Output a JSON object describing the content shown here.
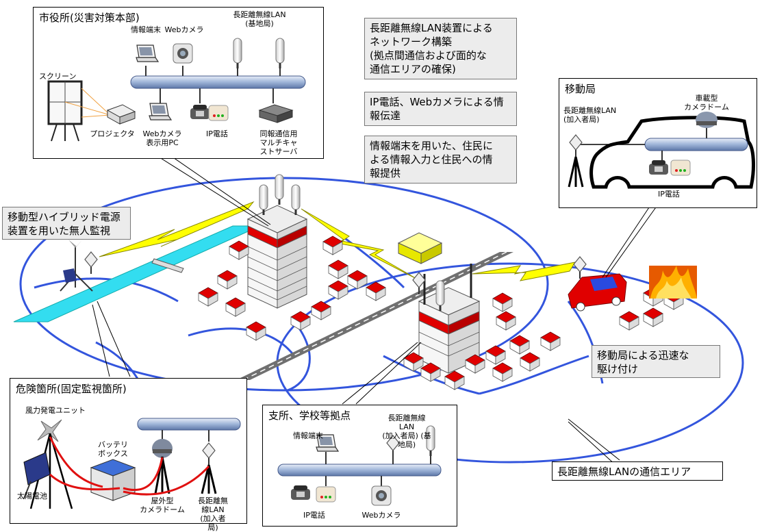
{
  "city_hall": {
    "title": "市役所(災害対策本部)",
    "terminal": "情報端末",
    "webcam": "Webカメラ",
    "lan_base": "長距離無線LAN\n(基地局)",
    "screen": "スクリーン",
    "projector": "プロジェクタ",
    "webcam_pc": "Webカメラ\n表示用PC",
    "ip_phone": "IP電話",
    "multicast": "同報通信用\nマルチキャストサーバ"
  },
  "notes": {
    "lan_network": "長距離無線LAN装置による\nネットワーク構築\n(拠点間通信および面的な\n通信エリアの確保)",
    "ip_phone": "IP電話、Webカメラによる情\n報伝達",
    "resident": "情報端末を用いた、住民に\nよる情報入力と住民への情\n報提供",
    "hybrid": "移動型ハイブリッド電源\n装置を用いた無人監視",
    "mobile_rush": "移動局による迅速な\n駆け付け",
    "area": "長距離無線LANの通信エリア"
  },
  "mobile_station": {
    "title": "移動局",
    "camera_dome": "車載型\nカメラドーム",
    "lan_sub": "長距離無線LAN\n(加入者局)",
    "ip_phone": "IP電話"
  },
  "danger": {
    "title": "危険箇所(固定監視箇所)",
    "wind": "風力発電ユニット",
    "battery": "バッテリ\nボックス",
    "solar": "太陽電池",
    "dome": "屋外型\nカメラドーム",
    "lan_sub": "長距離無線LAN\n(加入者局)"
  },
  "branch": {
    "title": "支所、学校等拠点",
    "terminal": "情報端末",
    "lan": "長距離無線LAN\n(加入者局) (基地局)",
    "ip_phone": "IP電話",
    "webcam": "Webカメラ"
  },
  "colors": {
    "coverage": "#3355dd",
    "river": "#33ddf0",
    "bus": "#9eb4d8",
    "roof": "#e00000",
    "link": "#ffff00",
    "cable": "#e01010"
  }
}
